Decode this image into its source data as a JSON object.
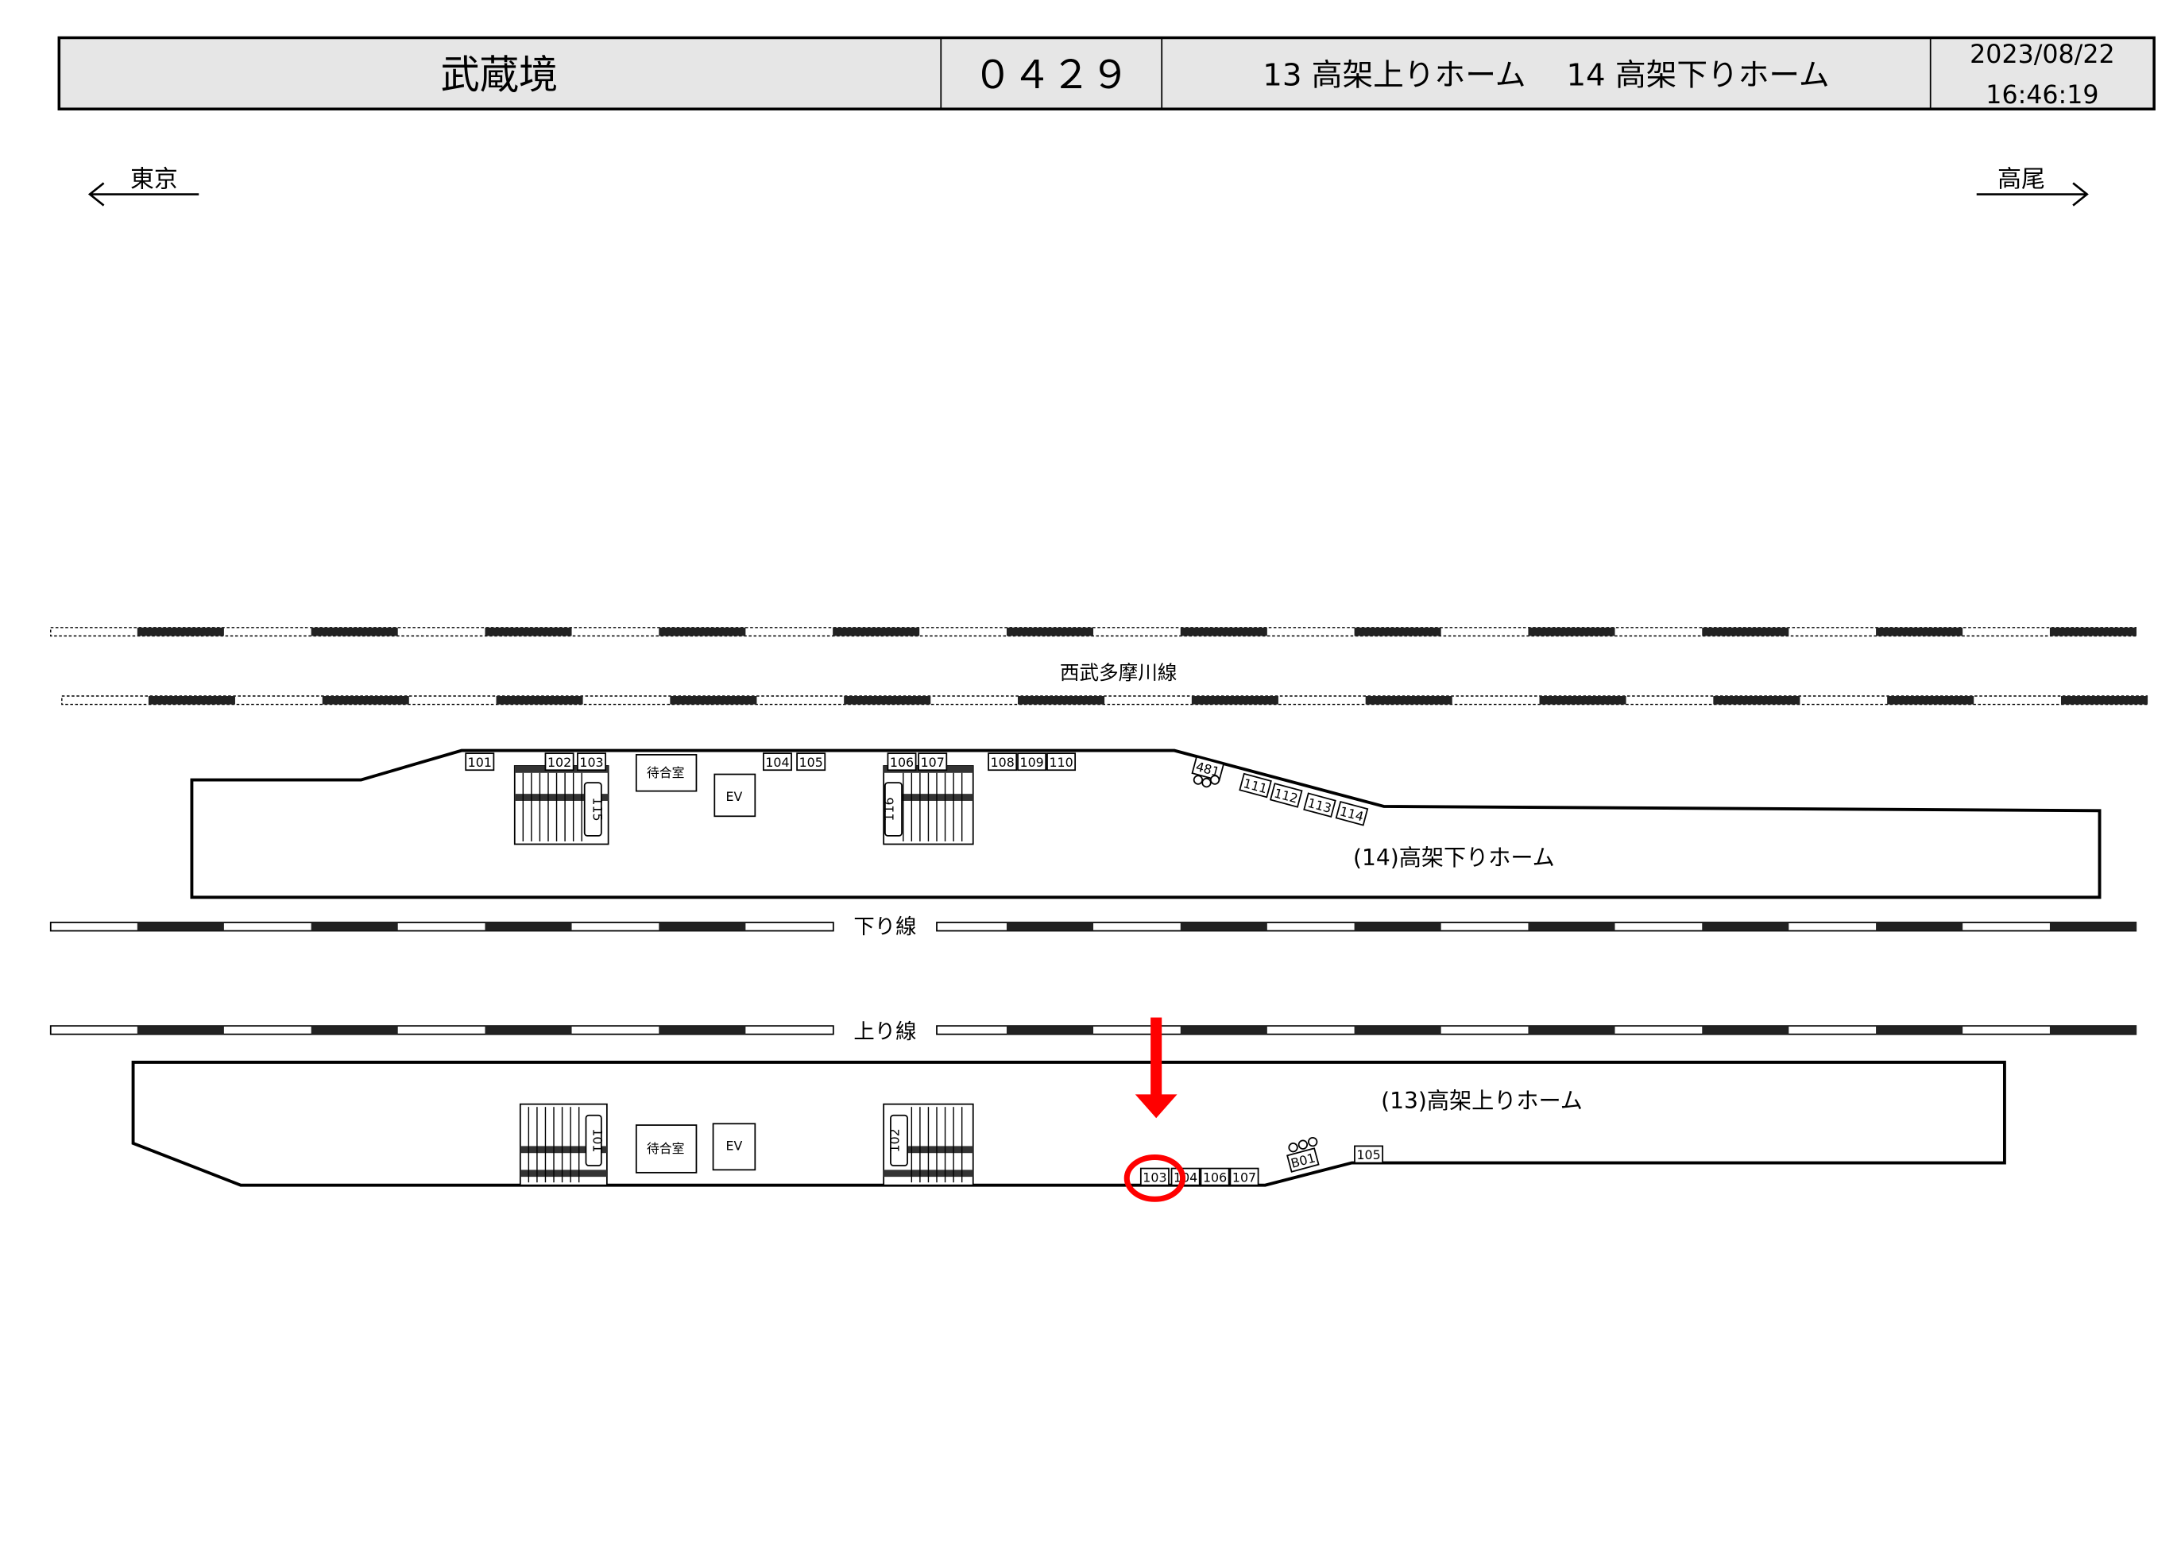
{
  "header": {
    "station": "武蔵境",
    "code": "０４２９",
    "platforms": "13 高架上りホーム　 14 高架下りホーム",
    "date": "2023/08/22",
    "time": "16:46:19"
  },
  "directions": {
    "left": "東京",
    "right": "高尾"
  },
  "tracks": {
    "seibu": "西武多摩川線",
    "down": "下り線",
    "up": "上り線"
  },
  "platform14": {
    "label": "(14)高架下りホーム",
    "markers": [
      "101",
      "102",
      "103",
      "104",
      "105",
      "106",
      "107",
      "108",
      "109",
      "110",
      "481",
      "111",
      "112",
      "113",
      "114"
    ],
    "stairs": [
      "115",
      "116"
    ],
    "waiting_room": "待合室",
    "elevator": "EV"
  },
  "platform13": {
    "label": "(13)高架上りホーム",
    "markers": [
      "103",
      "104",
      "106",
      "107",
      "B01",
      "105"
    ],
    "stairs": [
      "101",
      "102"
    ],
    "waiting_room": "待合室",
    "elevator": "EV"
  },
  "highlight": {
    "marker": "103",
    "color": "#ff0000"
  }
}
